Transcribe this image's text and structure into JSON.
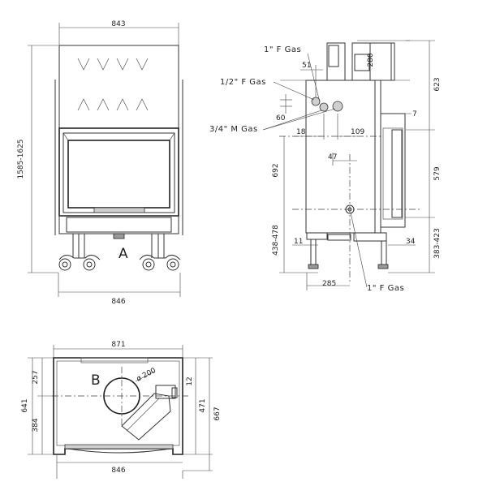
{
  "view_a": {
    "label": "A",
    "width_top": "843",
    "width_bottom": "846",
    "height_range": "1585-1625"
  },
  "side_view": {
    "gas_top": "1\" F Gas",
    "gas_half": "1/2\" F Gas",
    "gas_three_quarter": "3/4\" M Gas",
    "gas_bottom": "1\" F Gas",
    "d_51": "51",
    "d_60": "60",
    "d_18": "18",
    "d_109": "109",
    "d_47": "47",
    "d_280": "280",
    "d_623": "623",
    "d_7": "7",
    "d_692": "692",
    "d_579": "579",
    "d_438_478": "438-478",
    "d_11": "11",
    "d_34": "34",
    "d_383_423": "383-423",
    "d_285": "285"
  },
  "view_b": {
    "label": "B",
    "width_top": "871",
    "width_bottom": "846",
    "d_257": "257",
    "d_641": "641",
    "d_384": "384",
    "d_12": "12",
    "d_471": "471",
    "d_667": "667",
    "diameter": "ø 200"
  }
}
